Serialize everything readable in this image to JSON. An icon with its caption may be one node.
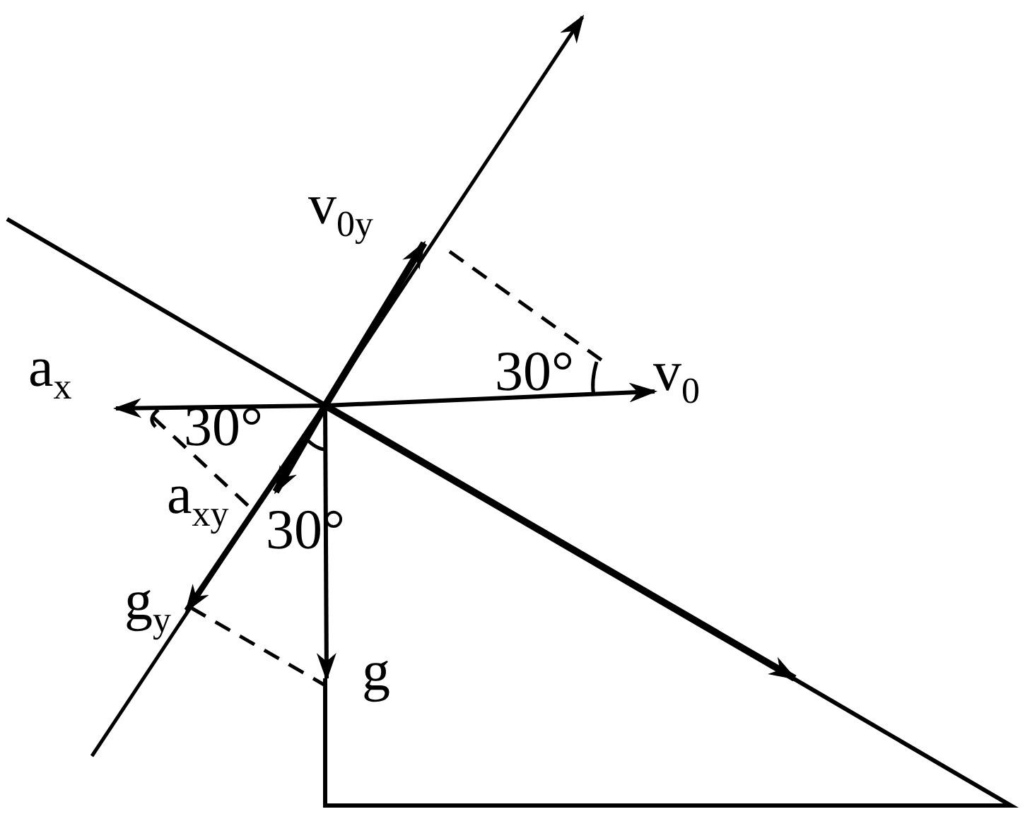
{
  "diagram": {
    "labels": [
      "v$_{0y}$",
      "30°",
      "v$_{0}$",
      "a$_{x}$",
      "30°",
      "a$_{xy}$",
      "30°",
      "g$_{y}$",
      "g"
    ]
  }
}
